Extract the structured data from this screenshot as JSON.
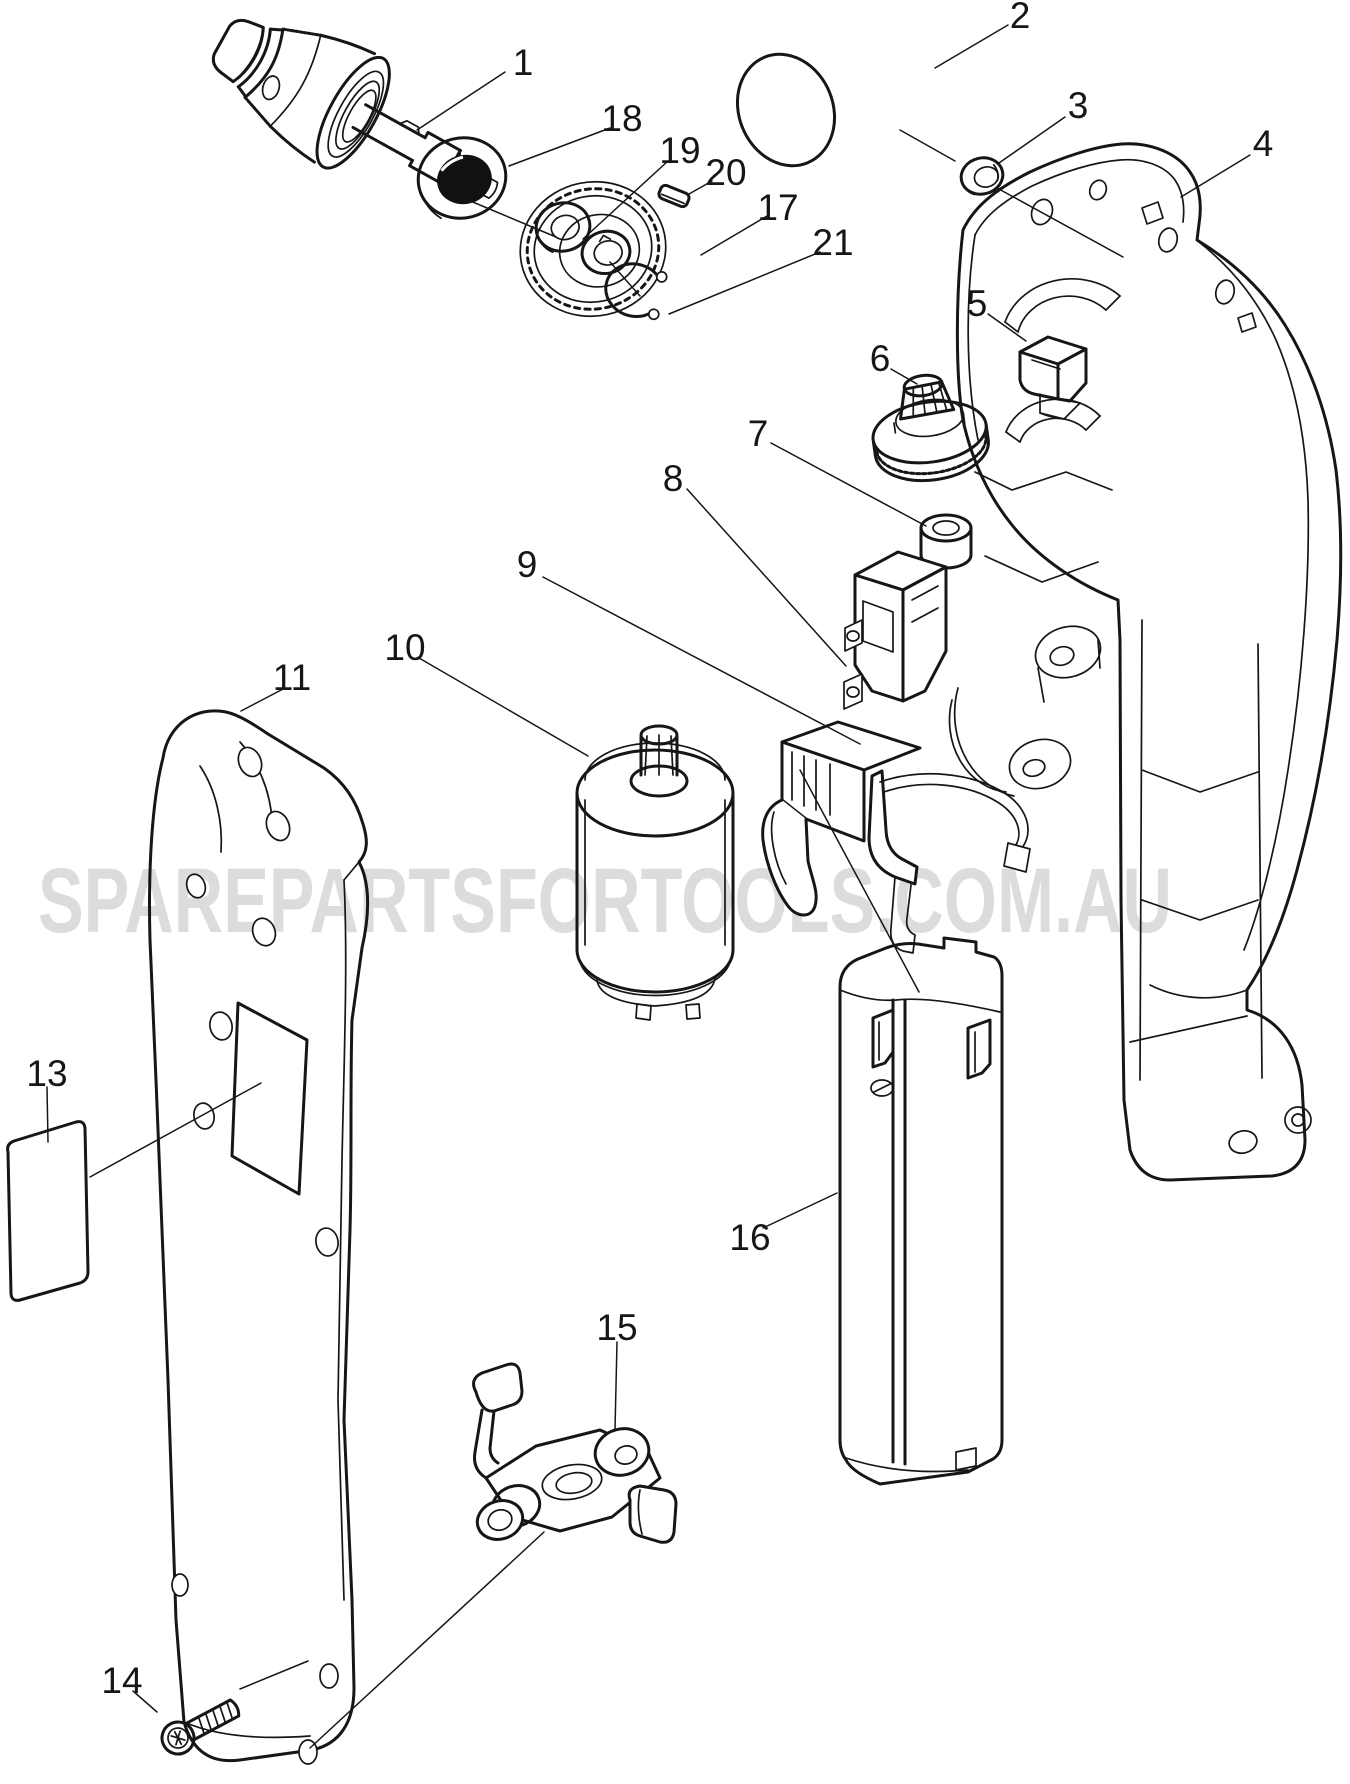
{
  "diagram": {
    "kind": "exploded-parts-diagram",
    "subject": "cordless drill driver exploded view",
    "watermark": "SPAREPARTSFORTOOLS.COM.AU",
    "parts": [
      {
        "num": "1"
      },
      {
        "num": "2"
      },
      {
        "num": "3"
      },
      {
        "num": "4"
      },
      {
        "num": "5"
      },
      {
        "num": "6"
      },
      {
        "num": "7"
      },
      {
        "num": "8"
      },
      {
        "num": "9"
      },
      {
        "num": "10"
      },
      {
        "num": "11"
      },
      {
        "num": "13"
      },
      {
        "num": "14"
      },
      {
        "num": "15"
      },
      {
        "num": "16"
      },
      {
        "num": "17"
      },
      {
        "num": "18"
      },
      {
        "num": "19"
      },
      {
        "num": "20"
      },
      {
        "num": "21"
      }
    ]
  },
  "colors": {
    "background": "#ffffff",
    "line": "#161616",
    "watermark": "#dcdcdc",
    "bearing_seal": "#111111"
  }
}
